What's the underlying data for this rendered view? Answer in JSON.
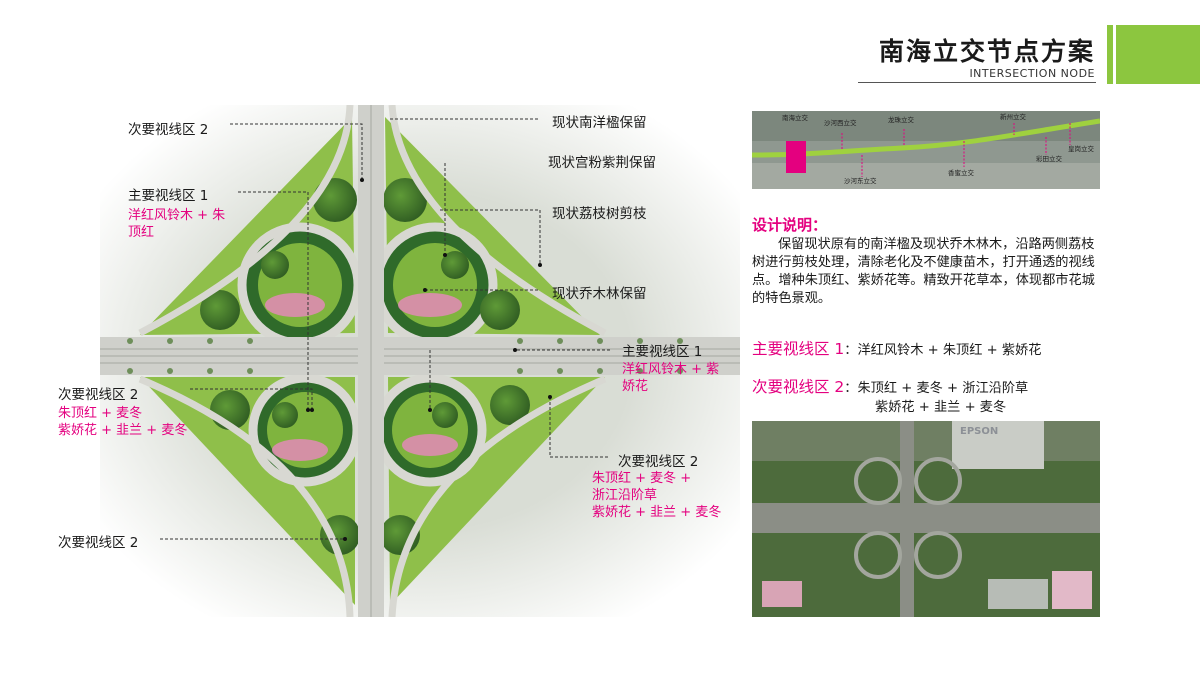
{
  "header": {
    "title": "南海立交节点方案",
    "subtitle": "INTERSECTION NODE"
  },
  "plan": {
    "labels_left": [
      {
        "text": "次要视线区 2"
      },
      {
        "text": "主要视线区 1"
      },
      {
        "text": "次要视线区 2"
      },
      {
        "text": "次要视线区 2"
      }
    ],
    "pink_left_1": [
      "洋红风铃木 + 朱",
      "顶红"
    ],
    "pink_left_2": [
      "朱顶红 + 麦冬",
      "紫娇花 + 韭兰 + 麦冬"
    ],
    "labels_right": [
      {
        "text": "现状南洋楹保留"
      },
      {
        "text": "现状宫粉紫荆保留"
      },
      {
        "text": "现状荔枝树剪枝"
      },
      {
        "text": "现状乔木林保留"
      },
      {
        "text": "主要视线区 1"
      },
      {
        "text": "次要视线区 2"
      }
    ],
    "pink_right_1": [
      "洋红风铃木 + 紫",
      "娇花"
    ],
    "pink_right_2": [
      "朱顶红 + 麦冬 +",
      "浙江沿阶草",
      "紫娇花 + 韭兰 + 麦冬"
    ]
  },
  "strip_map": {
    "labels": [
      "南海立交",
      "沙河西立交",
      "龙珠立交",
      "新州立交",
      "皇岗立交",
      "彩田立交",
      "香蜜立交",
      "沙河东立交"
    ]
  },
  "design_notes": {
    "heading": "设计说明：",
    "body": "保留现状原有的南洋楹及现状乔木林木，沿路两侧荔枝树进行剪枝处理，清除老化及不健康苗木，打开通透的视线点。增种朱顶红、紫娇花等。精致开花草本，体现都市花城的特色景观。",
    "zone1_label": "主要视线区 1",
    "zone1_text": "：洋红风铃木 + 朱顶红 + 紫娇花",
    "zone2_label": "次要视线区 2",
    "zone2_line1": "：朱顶红 + 麦冬 + 浙江沿阶草",
    "zone2_line2": "紫娇花 + 韭兰 + 麦冬"
  },
  "photo": {
    "sign": "EPSON"
  },
  "colors": {
    "accent_pink": "#e4007f",
    "accent_green": "#8cc63f"
  }
}
